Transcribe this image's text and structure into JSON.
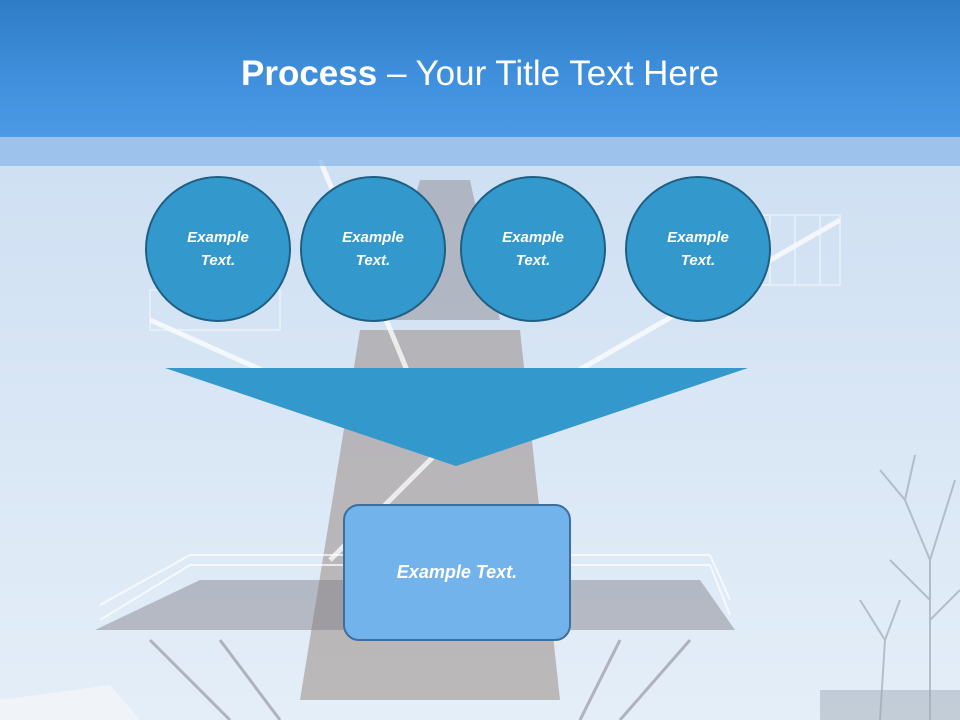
{
  "title": {
    "bold": "Process",
    "rest": " – Your Title Text Here"
  },
  "steps": [
    {
      "line1": "Example",
      "line2": "Text."
    },
    {
      "line1": "Example",
      "line2": "Text."
    },
    {
      "line1": "Example",
      "line2": "Text."
    },
    {
      "line1": "Example",
      "line2": "Text."
    }
  ],
  "result": {
    "text": "Example Text."
  },
  "colors": {
    "header": "#3f8fdc",
    "circle_fill": "#3399cc",
    "circle_border": "#1f5f83",
    "arrow_fill": "#3399cc",
    "result_fill": "#73b3ec",
    "result_border": "#3d6f9d",
    "text": "#ffffff"
  },
  "background_image": "windmill-photo"
}
